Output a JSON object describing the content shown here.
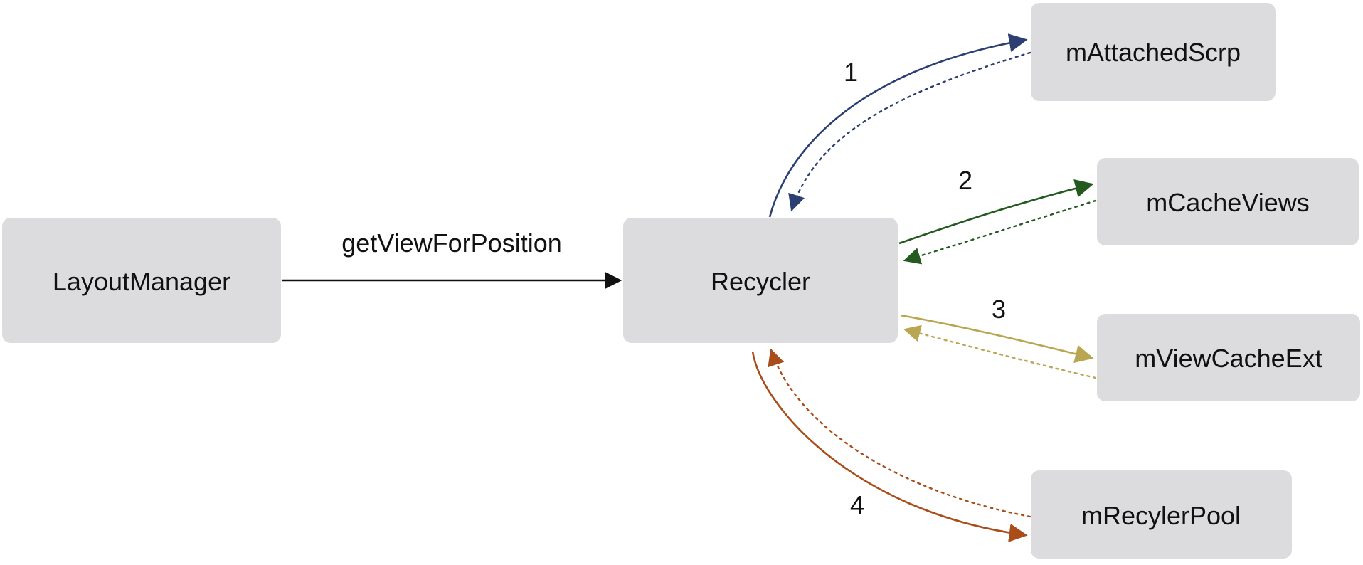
{
  "nodes": {
    "layout_manager": "LayoutManager",
    "recycler": "Recycler",
    "attached_scrap": "mAttachedScrp",
    "cache_views": "mCacheViews",
    "view_cache_ext": "mViewCacheExt",
    "recycler_pool": "mRecylerPool"
  },
  "edges": {
    "main_label": "getViewForPosition",
    "step_1": "1",
    "step_2": "2",
    "step_3": "3",
    "step_4": "4"
  },
  "colors": {
    "main_arrow": "#111111",
    "step_1": "#2b3f73",
    "step_2": "#245a1f",
    "step_3": "#b8a650",
    "step_4": "#a94e1a"
  }
}
